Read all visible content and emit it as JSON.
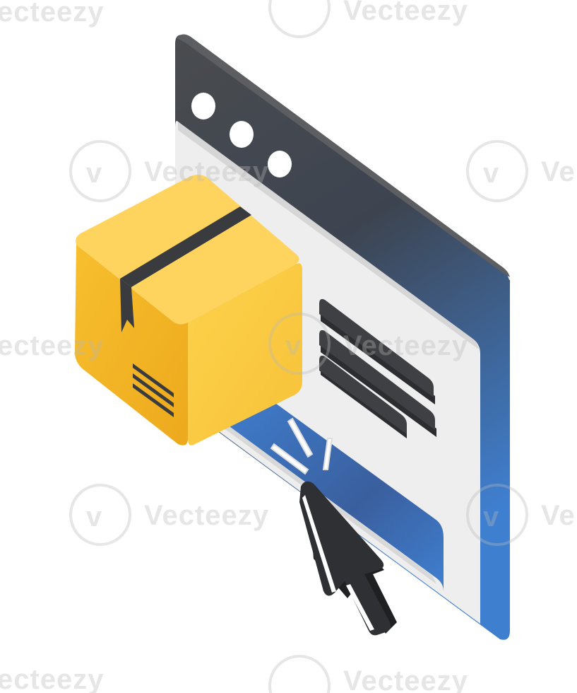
{
  "illustration": {
    "subject": "isometric-browser-window-with-parcel-box-and-clicking-cursor",
    "icon_names": [
      "browser-window-icon",
      "parcel-box-icon",
      "mouse-cursor-icon",
      "click-burst-icon"
    ]
  },
  "watermark": {
    "text": "Vecteezy",
    "partial_text": "ecteezy",
    "edge_text": "Ve"
  },
  "colors": {
    "frame_dark": "#4a4c4f",
    "frame_edge": "#3a3b3d",
    "frame_blue": "#3f7fd0",
    "panel": "#eeeeee",
    "panel_shadow": "#d9d9d9",
    "dots": "#ffffff",
    "box_front": "#f2b423",
    "box_side": "#fcd24a",
    "box_top": "#ffd45e",
    "tape": "#3a3b3e",
    "text_bars": "#3f4043",
    "button_blue": "#3f7fd0",
    "cursor_dark": "#2f3033",
    "cursor_light": "#ffffff",
    "watermark": "#b9b9b9"
  }
}
